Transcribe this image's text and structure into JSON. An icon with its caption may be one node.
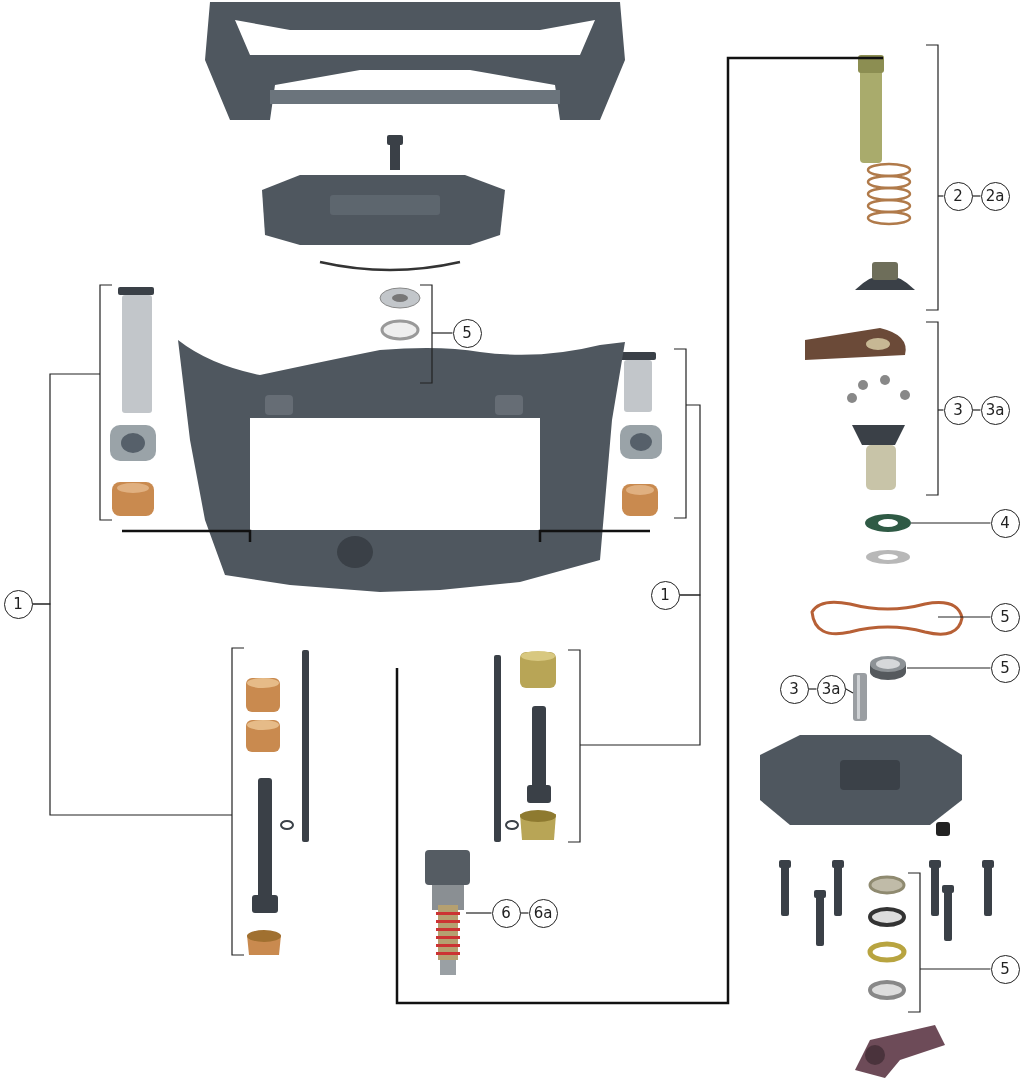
{
  "diagram": {
    "nodes": [
      {
        "text": [
          "5"
        ]
      },
      {
        "text": [
          "2"
        ]
      },
      {
        "text": [
          "2a"
        ]
      },
      {
        "text": [
          "3"
        ]
      },
      {
        "text": [
          "3a"
        ]
      },
      {
        "text": [
          "4"
        ]
      },
      {
        "text": [
          "1"
        ]
      },
      {
        "text": [
          "1"
        ]
      },
      {
        "text": [
          "5"
        ]
      },
      {
        "text": [
          "5"
        ]
      },
      {
        "text": [
          "3"
        ]
      },
      {
        "text": [
          "3a"
        ]
      },
      {
        "text": [
          "6"
        ]
      },
      {
        "text": [
          "6a"
        ]
      },
      {
        "text": [
          "5"
        ]
      },
      {
        "text": [],
        "shape": "picture"
      },
      {
        "text": [],
        "shape": "picture"
      },
      {
        "text": [],
        "shape": "picture"
      }
    ],
    "edges": [
      {
        "from": 1,
        "to": 2,
        "arrow": "none"
      },
      {
        "from": 3,
        "to": 4,
        "arrow": "none"
      },
      {
        "from": 10,
        "to": 11,
        "arrow": "none"
      },
      {
        "from": 12,
        "to": 13,
        "arrow": "none"
      },
      {
        "from": 0,
        "to": null,
        "arrow": "none"
      },
      {
        "from": 1,
        "to": null,
        "arrow": "none"
      },
      {
        "from": 3,
        "to": null,
        "arrow": "none"
      },
      {
        "from": 5,
        "to": 15,
        "arrow": "none"
      },
      {
        "from": 8,
        "to": null,
        "arrow": "none"
      },
      {
        "from": 9,
        "to": 16,
        "arrow": "none"
      },
      {
        "from": 11,
        "to": 17,
        "arrow": "none"
      },
      {
        "from": 6,
        "to": null,
        "arrow": "none"
      },
      {
        "from": 6,
        "to": null,
        "arrow": "none"
      },
      {
        "from": 7,
        "to": null,
        "arrow": "none"
      },
      {
        "from": 7,
        "to": null,
        "arrow": "none"
      },
      {
        "from": 12,
        "to": null,
        "arrow": "none"
      },
      {
        "from": 14,
        "to": null,
        "arrow": "none"
      }
    ]
  }
}
